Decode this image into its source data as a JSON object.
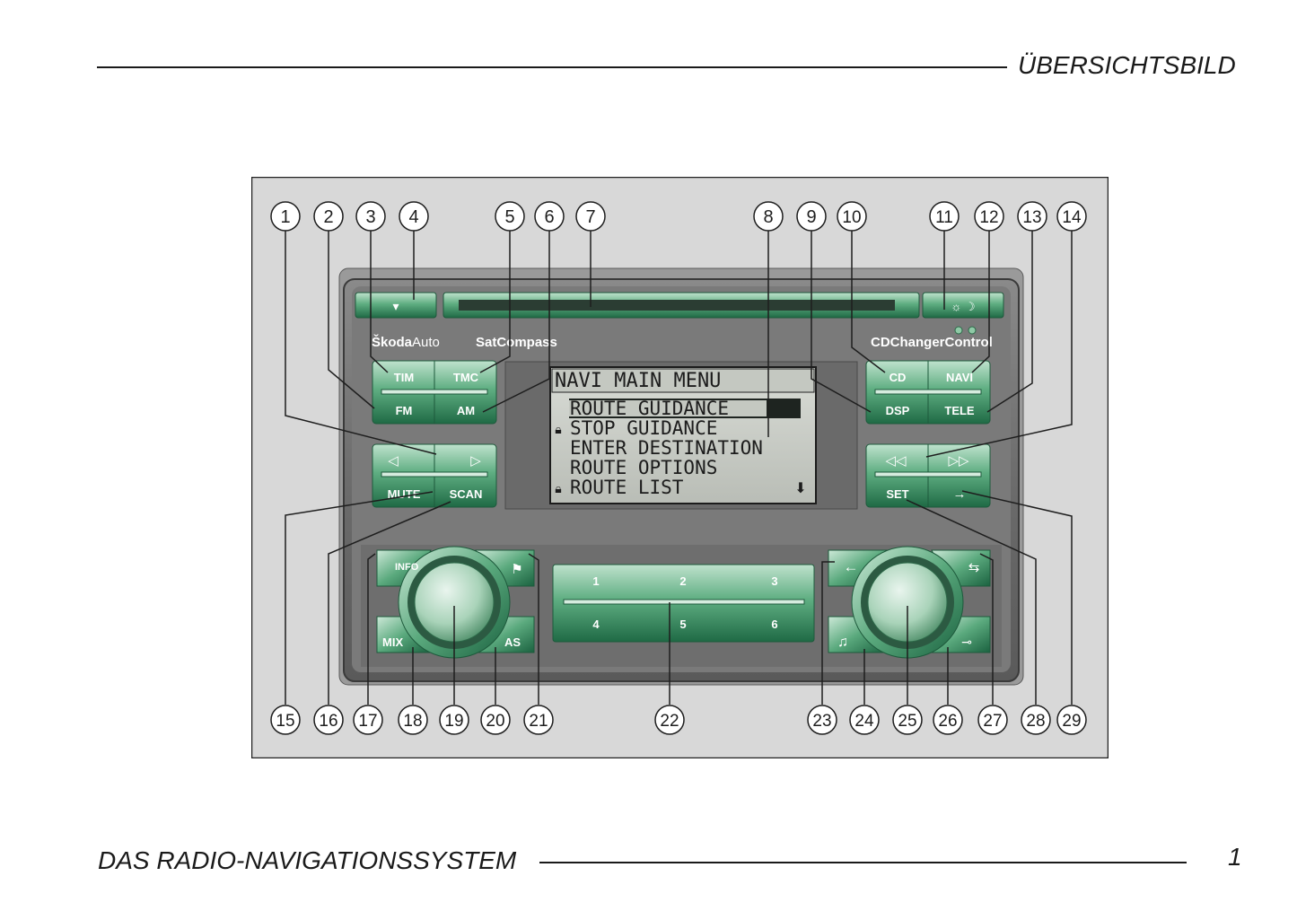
{
  "header": {
    "title": "ÜBERSICHTSBILD"
  },
  "footer": {
    "title": "DAS RADIO-NAVIGATIONSSYSTEM",
    "page_number": "1"
  },
  "radio": {
    "brand": "Škoda",
    "brand_suffix": "Auto",
    "model": "SatCompass",
    "cd_changer_label": "CDChangerControl",
    "buttons": {
      "tim": "TIM",
      "tmc": "TMC",
      "fm": "FM",
      "am": "AM",
      "mute": "MUTE",
      "scan": "SCAN",
      "cd": "CD",
      "navi": "NAVI",
      "dsp": "DSP",
      "tele": "TELE",
      "set": "SET",
      "info": "INFO",
      "mix": "MIX",
      "as": "AS"
    },
    "presets": [
      "1",
      "2",
      "3",
      "4",
      "5",
      "6"
    ],
    "display": {
      "title": "NAVI MAIN MENU",
      "items": [
        "ROUTE GUIDANCE",
        "STOP GUIDANCE",
        "ENTER DESTINATION",
        "ROUTE OPTIONS",
        "ROUTE LIST"
      ],
      "locked": [
        false,
        true,
        false,
        false,
        true
      ],
      "selected_index": 0
    }
  },
  "callouts": [
    "1",
    "2",
    "3",
    "4",
    "5",
    "6",
    "7",
    "8",
    "9",
    "10",
    "11",
    "12",
    "13",
    "14",
    "15",
    "16",
    "17",
    "18",
    "19",
    "20",
    "21",
    "22",
    "23",
    "24",
    "25",
    "26",
    "27",
    "28",
    "29"
  ]
}
